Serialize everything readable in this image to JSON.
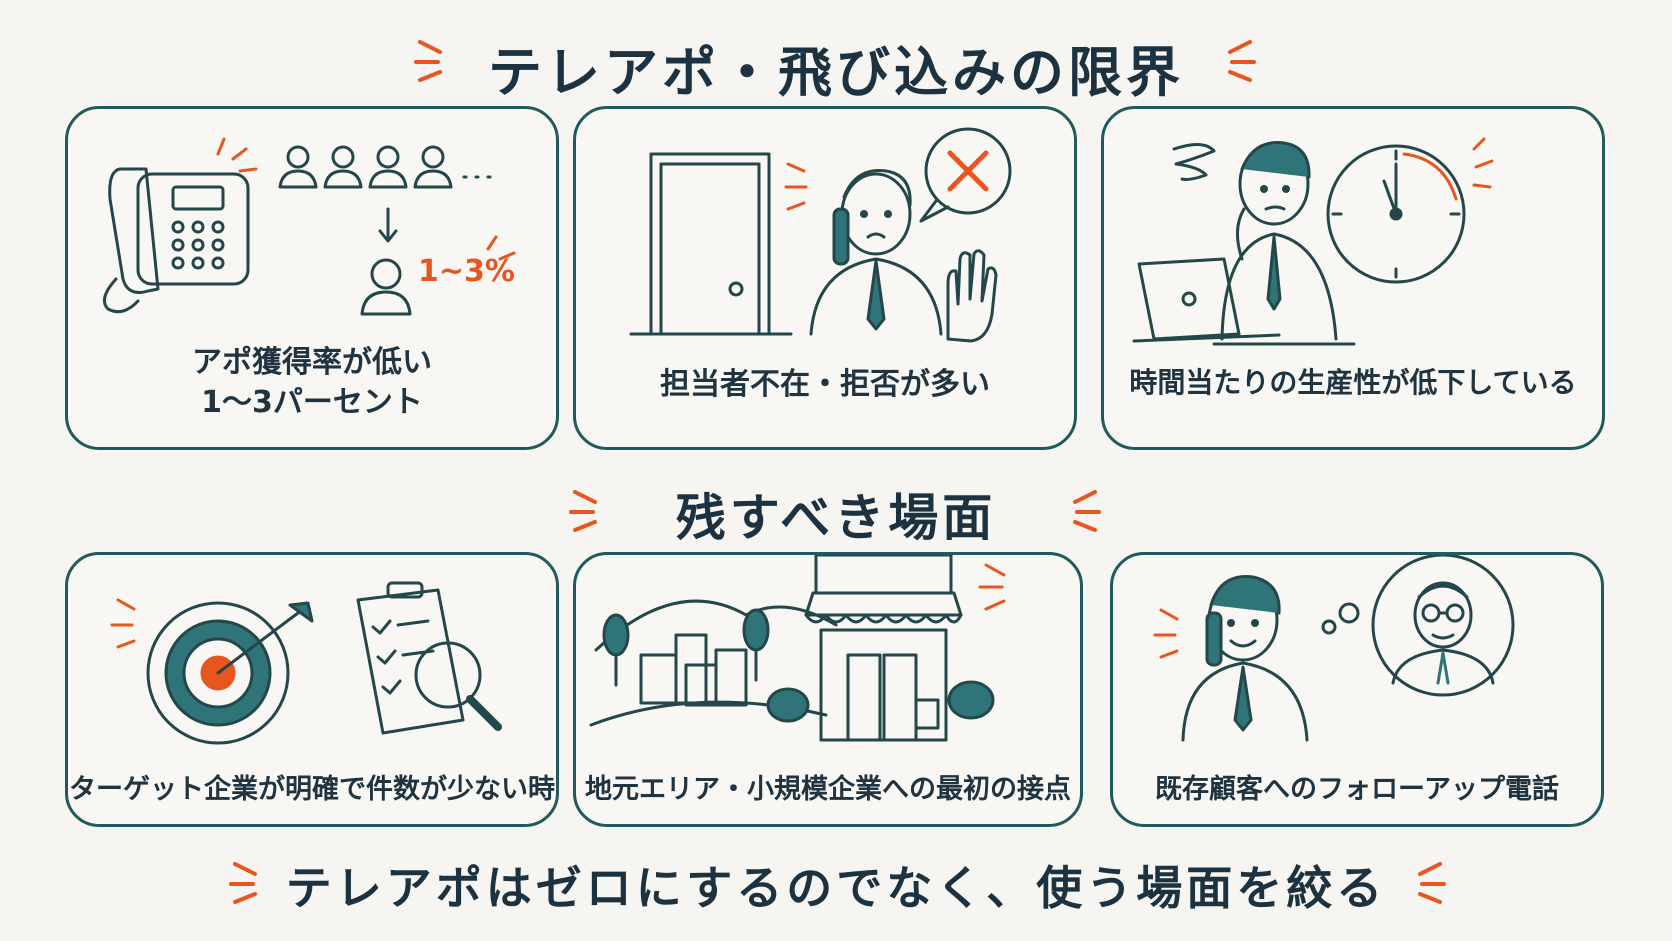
{
  "headings": {
    "top": "テレアポ・飛び込みの限界",
    "middle": "残すべき場面",
    "bottom": "テレアポはゼロにするのでなく、使う場面を絞る"
  },
  "limits": [
    {
      "caption_line1": "アポ獲得率が低い",
      "caption_line2": "1～3パーセント",
      "rate_label": "1~3%"
    },
    {
      "caption": "担当者不在・拒否が多い"
    },
    {
      "caption": "時間当たりの生産性が低下している"
    }
  ],
  "keep_scenes": [
    {
      "caption": "ターゲット企業が明確で件数が少ない時"
    },
    {
      "caption": "地元エリア・小規模企業への最初の接点"
    },
    {
      "caption": "既存顧客へのフォローアップ電話"
    }
  ],
  "colors": {
    "accent": "#e8551f",
    "ink": "#23474a",
    "teal": "#2f7478",
    "background": "#f6f5f1"
  }
}
